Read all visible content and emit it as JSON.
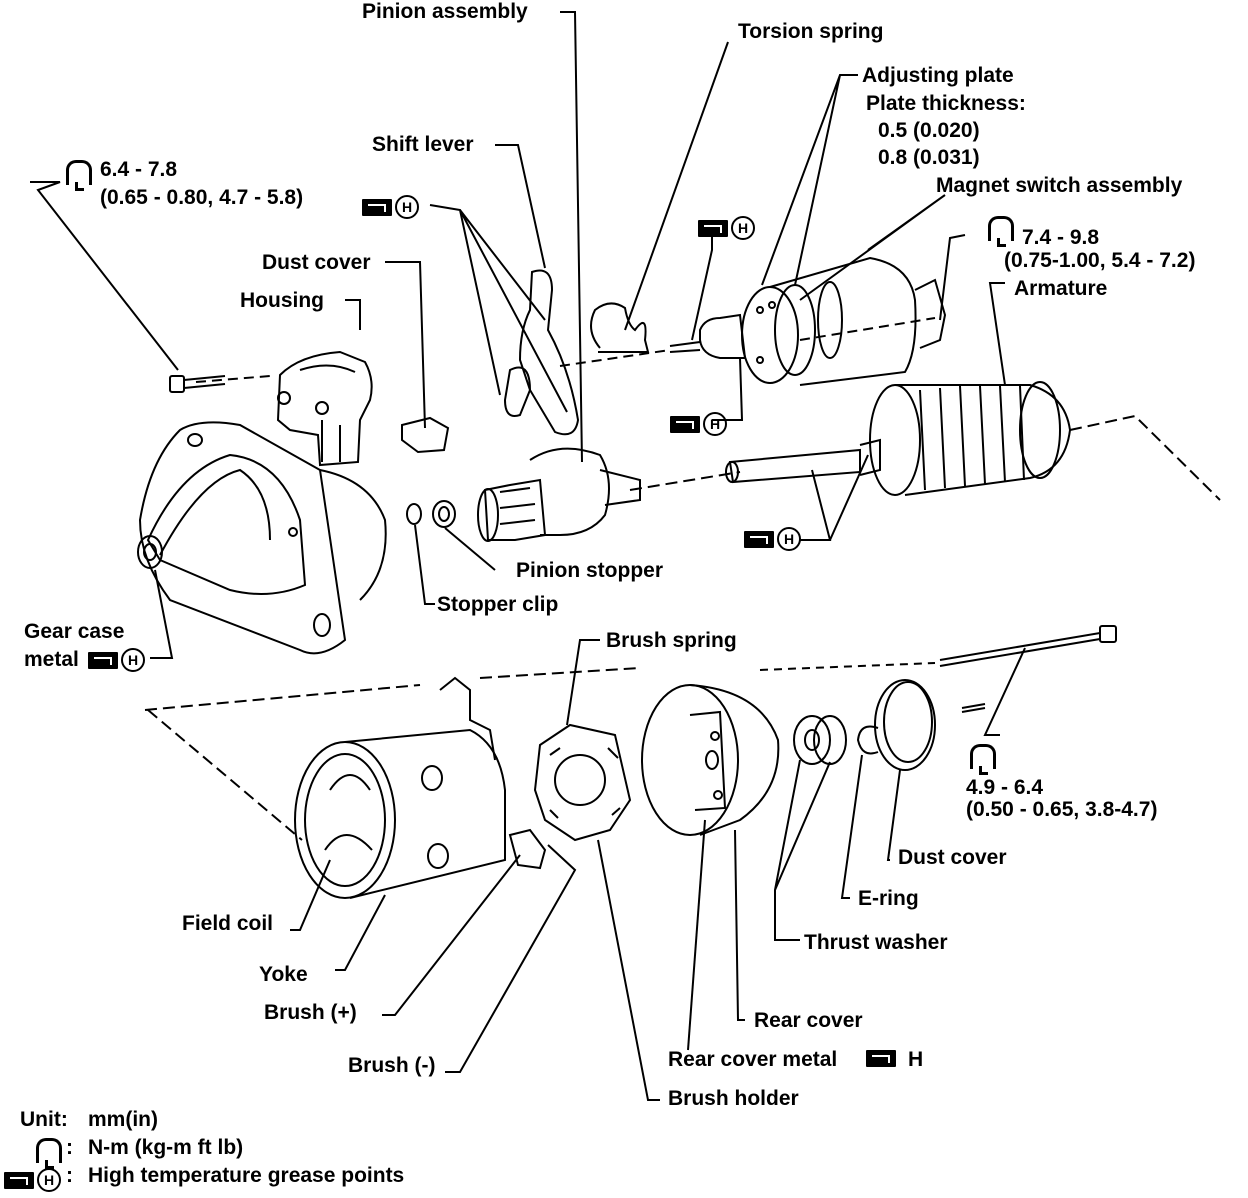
{
  "labels": {
    "pinion_assembly": "Pinion assembly",
    "torsion_spring": "Torsion spring",
    "adjusting_plate": "Adjusting plate",
    "plate_thickness": "Plate thickness:",
    "thickness_1": "0.5 (0.020)",
    "thickness_2": "0.8 (0.031)",
    "magnet_switch": "Magnet switch assembly",
    "torque_top_left_1": "6.4 - 7.8",
    "torque_top_left_2": "(0.65 - 0.80, 4.7 - 5.8)",
    "shift_lever": "Shift lever",
    "torque_right_1": "7.4 - 9.8",
    "torque_right_2": "(0.75-1.00, 5.4 - 7.2)",
    "armature": "Armature",
    "dust_cover_top": "Dust cover",
    "housing": "Housing",
    "pinion_stopper": "Pinion stopper",
    "stopper_clip": "Stopper clip",
    "gear_case_1": "Gear case",
    "gear_case_2": "metal",
    "brush_spring": "Brush spring",
    "torque_rear_1": "4.9 - 6.4",
    "torque_rear_2": "(0.50 - 0.65, 3.8-4.7)",
    "dust_cover_rear": "Dust cover",
    "e_ring": "E-ring",
    "thrust_washer": "Thrust washer",
    "field_coil": "Field coil",
    "yoke": "Yoke",
    "brush_plus": "Brush (+)",
    "rear_cover": "Rear cover",
    "brush_minus": "Brush (-)",
    "rear_cover_metal": "Rear cover metal",
    "rear_cover_metal_h": "H",
    "brush_holder": "Brush holder"
  },
  "legend": {
    "unit_key": "Unit:",
    "unit_value": "mm(in)",
    "torque_value": "N-m (kg-m ft lb)",
    "grease_value": "High temperature grease points",
    "colon": ":"
  },
  "icons": {
    "grease": "grease-point-icon",
    "torque": "torque-wrench-icon",
    "grease_letter": "H"
  }
}
